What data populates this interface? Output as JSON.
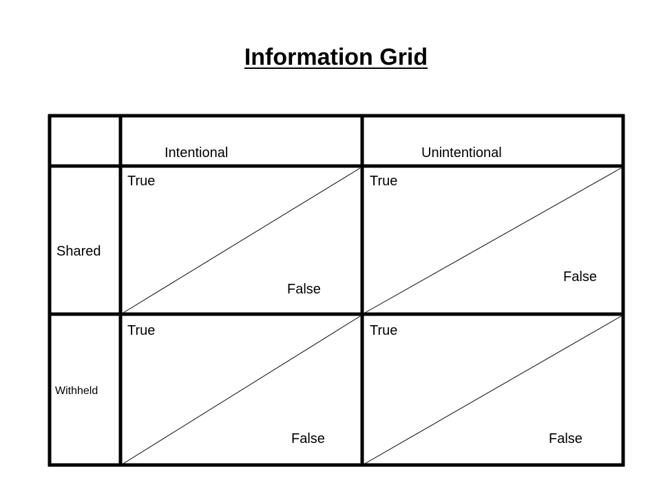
{
  "title": "Information Grid",
  "columns": [
    "Intentional",
    "Unintentional"
  ],
  "rows": [
    "Shared",
    "Withheld"
  ],
  "cells": [
    [
      {
        "top": "True",
        "bottom": "False"
      },
      {
        "top": "True",
        "bottom": "False"
      }
    ],
    [
      {
        "top": "True",
        "bottom": "False"
      },
      {
        "top": "True",
        "bottom": "False"
      }
    ]
  ],
  "colors": {
    "line": "#000000",
    "background": "#ffffff"
  }
}
